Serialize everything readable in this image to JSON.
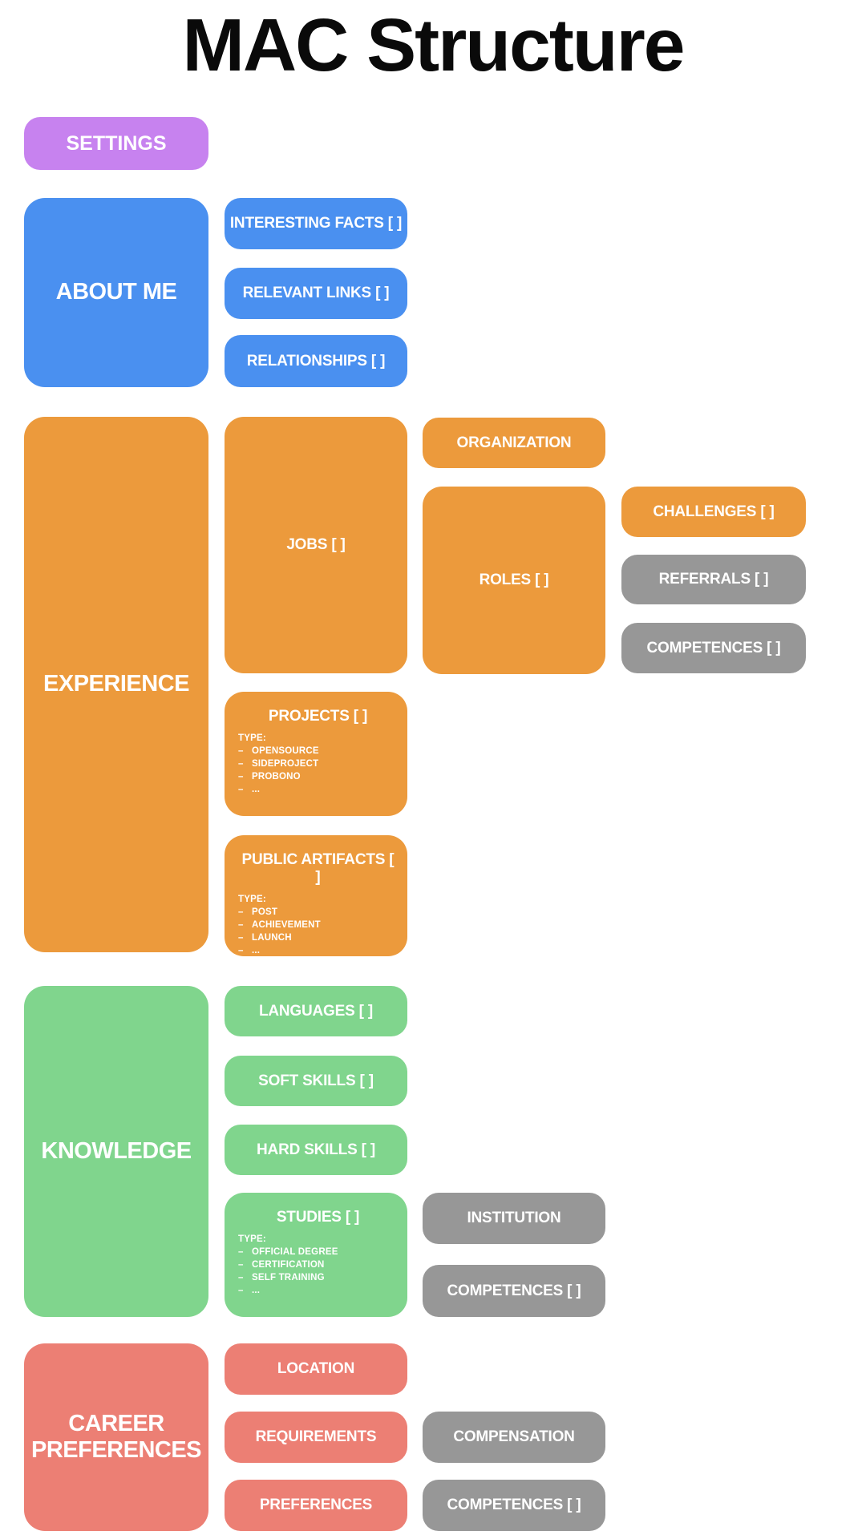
{
  "title": "MAC Structure",
  "bullet": "–",
  "colors": {
    "purple": "#c782ef",
    "blue": "#4a90f0",
    "orange": "#ec9a3c",
    "green": "#80d58d",
    "salmon": "#ec7f74",
    "gray": "#979797",
    "box_text": "#ffffff",
    "title_text": "#0a0a0a",
    "background": "#ffffff"
  },
  "settings": {
    "label": "SETTINGS"
  },
  "about": {
    "label": "ABOUT ME",
    "children": [
      {
        "label": "INTERESTING FACTS [ ]"
      },
      {
        "label": "RELEVANT LINKS [ ]"
      },
      {
        "label": "RELATIONSHIPS [ ]"
      }
    ]
  },
  "experience": {
    "label": "EXPERIENCE",
    "jobs": {
      "label": "JOBS [ ]"
    },
    "projects": {
      "label": "PROJECTS [ ]",
      "type_label": "TYPE:",
      "types": [
        "OPENSOURCE",
        "SIDEPROJECT",
        "PROBONO",
        "..."
      ]
    },
    "public_artifacts": {
      "label": "PUBLIC ARTIFACTS [ ]",
      "type_label": "TYPE:",
      "types": [
        "POST",
        "ACHIEVEMENT",
        "LAUNCH",
        "..."
      ]
    },
    "organization": {
      "label": "ORGANIZATION"
    },
    "roles": {
      "label": "ROLES [ ]"
    },
    "challenges": {
      "label": "CHALLENGES [ ]"
    },
    "referrals": {
      "label": "REFERRALS [ ]"
    },
    "competences": {
      "label": "COMPETENCES [ ]"
    }
  },
  "knowledge": {
    "label": "KNOWLEDGE",
    "languages": {
      "label": "LANGUAGES [ ]"
    },
    "soft_skills": {
      "label": "SOFT SKILLS [ ]"
    },
    "hard_skills": {
      "label": "HARD SKILLS [ ]"
    },
    "studies": {
      "label": "STUDIES [ ]",
      "type_label": "TYPE:",
      "types": [
        "OFFICIAL DEGREE",
        "CERTIFICATION",
        "SELF TRAINING",
        "..."
      ]
    },
    "institution": {
      "label": "INSTITUTION"
    },
    "competences": {
      "label": "COMPETENCES [ ]"
    }
  },
  "career": {
    "label": "CAREER PREFERENCES",
    "location": {
      "label": "LOCATION"
    },
    "requirements": {
      "label": "REQUIREMENTS"
    },
    "preferences": {
      "label": "PREFERENCES"
    },
    "compensation": {
      "label": "COMPENSATION"
    },
    "competences": {
      "label": "COMPETENCES [ ]"
    }
  }
}
